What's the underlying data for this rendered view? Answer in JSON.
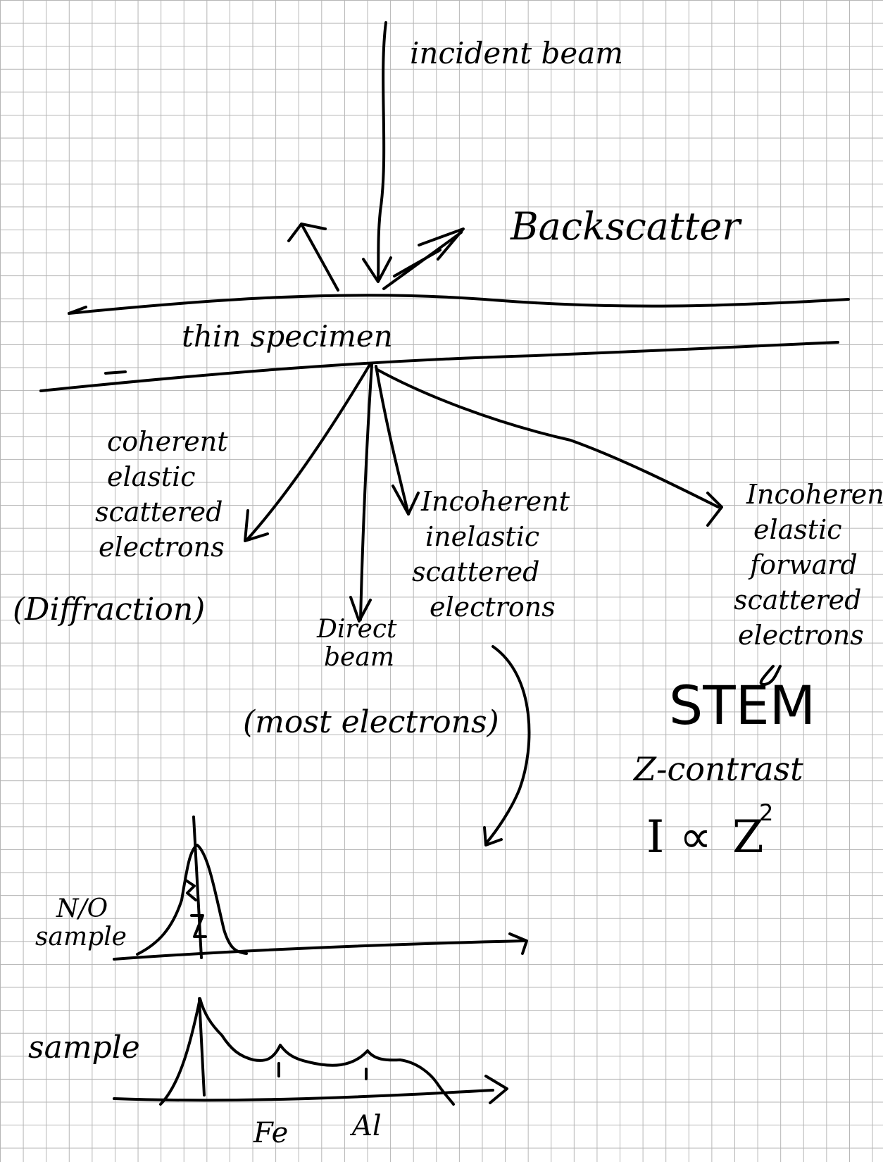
{
  "labels": {
    "incident_beam": "incident beam",
    "backscatter": "Backscatter",
    "thin_specimen": "thin specimen",
    "coherent_1": "coherent",
    "coherent_2": "elastic",
    "coherent_3": "scattered",
    "coherent_4": "electrons",
    "diffraction": "(Diffraction)",
    "direct_1": "Direct",
    "direct_2": "beam",
    "most_electrons": "(most electrons)",
    "inelastic_1": "Incoherent",
    "inelastic_2": "inelastic",
    "inelastic_3": "scattered",
    "inelastic_4": "electrons",
    "forward_1": "Incoherent",
    "forward_2": "elastic",
    "forward_3": "forward",
    "forward_4": "scattered",
    "forward_5": "electrons",
    "stem": "STEM",
    "z_contrast": "Z-contrast",
    "proportionality_left": "I",
    "proportionality_right": "Z",
    "exponent": "2",
    "no_sample_1": "N/O",
    "no_sample_2": "sample",
    "sample": "sample",
    "peak_fe": "Fe",
    "peak_al": "Al"
  },
  "colors": {
    "ink": "#000000",
    "grid": "#b5b5b5",
    "paper": "#ffffff"
  }
}
